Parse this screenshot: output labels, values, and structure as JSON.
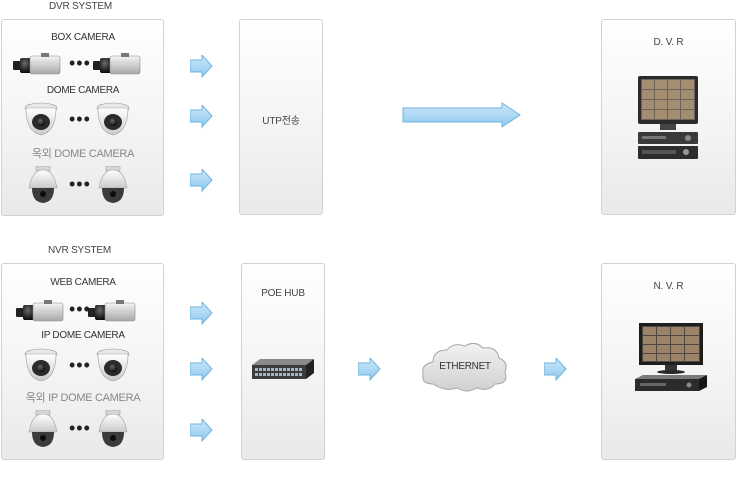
{
  "dvr": {
    "title": "DVR SYSTEM",
    "box_camera_label": "BOX CAMERA",
    "dome_camera_label": "DOME CAMERA",
    "outdoor_dome_label": "옥외 DOME CAMERA",
    "utp_label": "UTP전송",
    "recorder_label": "D. V. R"
  },
  "nvr": {
    "title": "NVR SYSTEM",
    "web_camera_label": "WEB CAMERA",
    "ip_dome_label": "IP DOME CAMERA",
    "outdoor_ip_dome_label": "옥외 IP DOME CAMERA",
    "poe_hub_label": "POE HUB",
    "ethernet_label": "ETHERNET",
    "recorder_label": "N. V. R"
  },
  "ellipsis": "•••",
  "colors": {
    "arrow_fill": "#a9d6f2",
    "arrow_stroke": "#6fb3de",
    "panel_border": "#d2d2d2",
    "cloud_fill": "#e6e6e6"
  },
  "icons": [
    "box-camera-icon",
    "dome-camera-icon",
    "ptz-dome-camera-icon",
    "dvr-monitor-icon",
    "nvr-monitor-icon",
    "poe-switch-icon",
    "cloud-icon",
    "right-arrow-icon"
  ]
}
